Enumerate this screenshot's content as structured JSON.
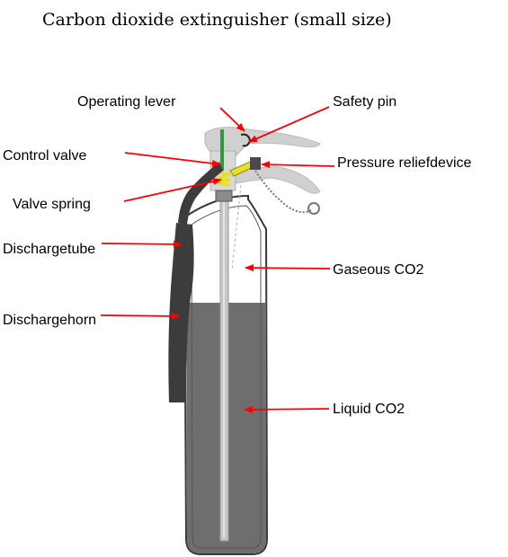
{
  "title": "Carbon dioxide extinguisher (small size)",
  "labels": {
    "operating_lever": "Operating lever",
    "safety_pin": "Safety pin",
    "control_valve": "Control valve",
    "pressure_relief": "Pressure reliefdevice",
    "valve_spring": "Valve spring",
    "discharge_tube": "Dischargetube",
    "gaseous_co2": "Gaseous CO2",
    "discharge_horn": "Dischargehorn",
    "liquid_co2": "Liquid CO2"
  },
  "colors": {
    "arrow": "#ff0000",
    "cylinder_outline": "#3a3a3a",
    "liquid": "#6e6e6e",
    "handle": "#d0d0d0",
    "horn": "#3c3c3c",
    "spring": "#e8e020",
    "valve_stem": "#2f9a3a"
  }
}
